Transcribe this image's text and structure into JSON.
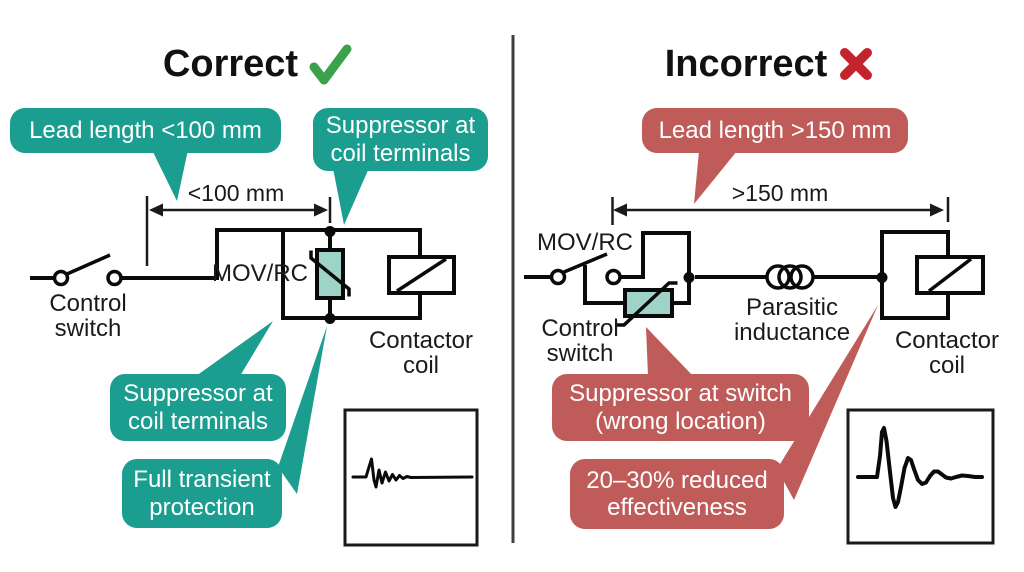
{
  "colors": {
    "teal": "#1b9e8f",
    "red": "#bf5c5a",
    "mov_fill": "#9ed4c8",
    "check_green": "#3ba24b",
    "cross_red": "#c4232b",
    "wire": "#0a0a0a",
    "divider": "#3f3f3f"
  },
  "icons": {
    "left_title_mark": "check",
    "right_title_mark": "cross"
  },
  "left": {
    "title": "Correct",
    "callout_lead_length": "Lead length <100 mm",
    "callout_suppressor_top": "Suppressor at coil terminals",
    "callout_suppressor_bottom": "Suppressor at coil terminals",
    "callout_full_protection": "Full transient protection",
    "dimension_label": "<100 mm",
    "label_control_switch": "Control switch",
    "label_mov_rc": "MOV/RC",
    "label_contactor_coil": "Contactor coil"
  },
  "right": {
    "title": "Incorrect",
    "callout_lead_length": "Lead length >150 mm",
    "callout_suppressor_switch": "Suppressor at switch (wrong location)",
    "callout_reduced": "20–30% reduced effectiveness",
    "dimension_label": ">150 mm",
    "label_mov_rc": "MOV/RC",
    "label_control_switch": "Control switch",
    "label_parasitic": "Parasitic inductance",
    "label_contactor_coil": "Contactor coil"
  }
}
